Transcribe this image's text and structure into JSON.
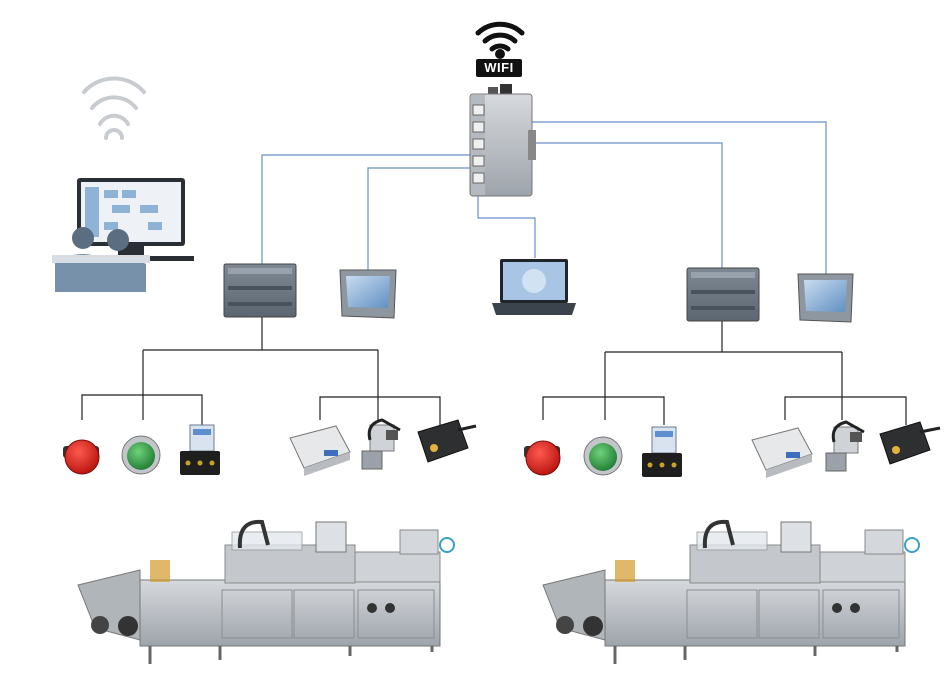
{
  "wifi": {
    "label": "WIFI",
    "icon": "wifi-icon"
  },
  "colors": {
    "network_line": "#6a8fc9",
    "control_line": "#222222",
    "device_gray": "#9aa3ad",
    "plc_dark": "#6f7a85",
    "screen_blue": "#4a7cb0",
    "red_button": "#d2221c",
    "green_button": "#2e9e45",
    "machine_steel": "#b9bdc2"
  },
  "nodes": [
    "industrial-switch",
    "operator-workstation",
    "plc",
    "hmi-panel",
    "laptop",
    "emergency-button",
    "start-button",
    "relay",
    "io-module",
    "sensor-bracket",
    "photo-sensor",
    "packaging-machine"
  ]
}
